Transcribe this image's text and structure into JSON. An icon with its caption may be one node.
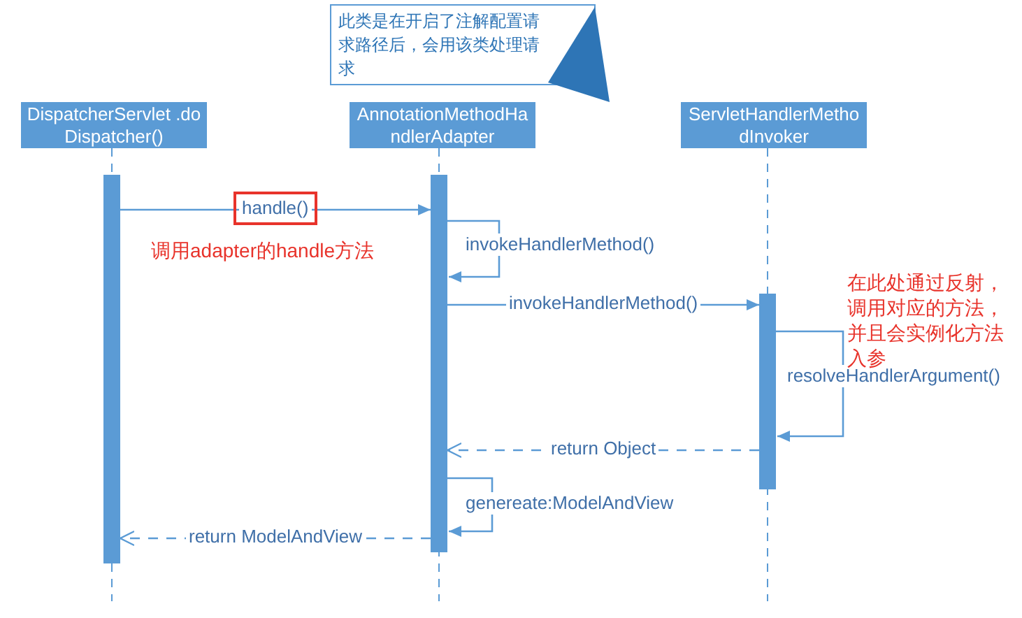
{
  "diagram": {
    "nodes": [
      {
        "text": [
          "DispatcherServlet .doDispatcher()"
        ]
      },
      {
        "text": [
          "AnnotationMethodHandlerAdapter"
        ]
      },
      {
        "text": [
          "ServletHandlerMethodInvoker"
        ]
      },
      {
        "text": [],
        "shape": "bar"
      },
      {
        "text": [],
        "shape": "bar"
      },
      {
        "text": [],
        "shape": "bar"
      },
      {
        "text": [
          "此类是在开启了注解配置请求路径后，会用该类处理请求"
        ]
      }
    ],
    "edges": [
      {
        "from": 3,
        "to": 4,
        "arrow": "to",
        "label": "handle()"
      },
      {
        "from": 4,
        "to": 4,
        "arrow": "to",
        "label": "invokeHandlerMethod()"
      },
      {
        "from": 4,
        "to": 5,
        "arrow": "to",
        "label": "invokeHandlerMethod()"
      },
      {
        "from": 5,
        "to": 5,
        "arrow": "to",
        "label": "resolveHandlerArgument()"
      },
      {
        "from": 5,
        "to": 4,
        "arrow": "to",
        "label": "return Object",
        "style": "dashed"
      },
      {
        "from": 4,
        "to": 4,
        "arrow": "to",
        "label": "genereate:ModelAndView"
      },
      {
        "from": 4,
        "to": 3,
        "arrow": "to",
        "label": "return ModelAndView",
        "style": "dashed"
      }
    ],
    "labels": [
      "调用adapter的handle方法",
      "在此处通过反射，调用对应的方法，并且会实例化方法入参"
    ]
  }
}
